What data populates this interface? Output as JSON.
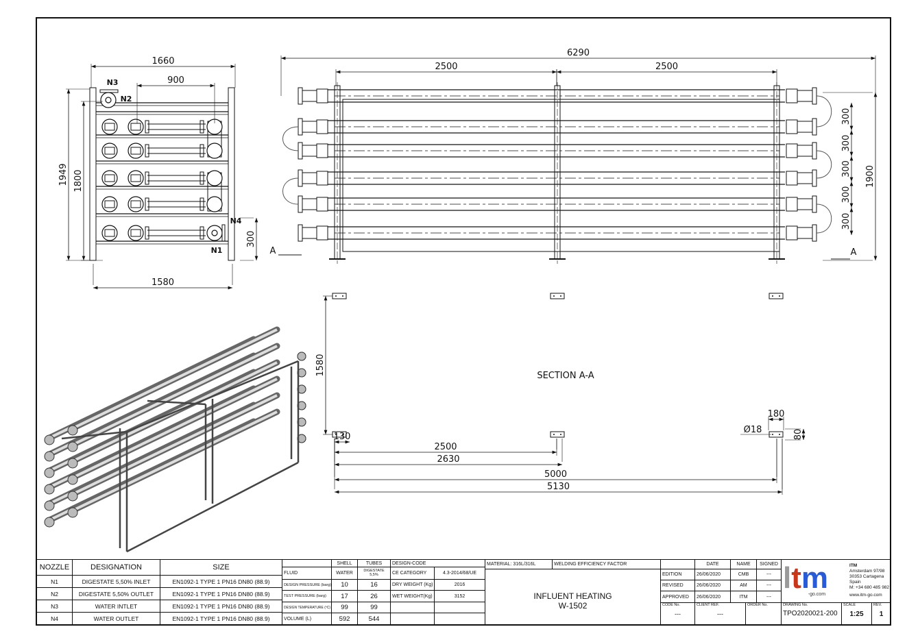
{
  "front_view": {
    "dims": {
      "overall_width": "1660",
      "nozzle_spacing": "900",
      "overall_height": "1949",
      "frame_height": "1800",
      "nozzle_elevation": "300",
      "leg_spacing": "1580"
    },
    "nozzle_labels": {
      "n1": "N1",
      "n2": "N2",
      "n3": "N3",
      "n4": "N4"
    }
  },
  "side_view": {
    "dims": {
      "overall_length": "6290",
      "span_1": "2500",
      "span_2": "2500",
      "height": "1900",
      "pitch": [
        "300",
        "300",
        "300",
        "300",
        "300"
      ]
    },
    "section_marks": [
      "A",
      "A"
    ]
  },
  "section_view": {
    "title": "SECTION A-A",
    "dims": {
      "width": "1580",
      "edge": "130",
      "span": "2500",
      "span_total": "2630",
      "length": "5000",
      "length_total": "5130",
      "plate_width": "180",
      "hole": "Ø18",
      "plate_depth": "80"
    }
  },
  "nozzle_table": {
    "headers": [
      "NOZZLE",
      "DESIGNATION",
      "SIZE"
    ],
    "rows": [
      [
        "N1",
        "DIGESTATE 5,50% INLET",
        "EN1092-1 TYPE 1 PN16 DN80 (88.9)"
      ],
      [
        "N2",
        "DIGESTATE 5,50% OUTLET",
        "EN1092-1 TYPE 1 PN16 DN80 (88.9)"
      ],
      [
        "N3",
        "WATER INTLET",
        "EN1092-1 TYPE 1 PN16 DN80 (88.9)"
      ],
      [
        "N4",
        "WATER OUTLET",
        "EN1092-1 TYPE 1 PN16 DN80 (88.9)"
      ]
    ]
  },
  "design_table": {
    "headers": [
      "",
      "SHELL",
      "TUBES",
      "DESIGN-CODE"
    ],
    "rows": [
      [
        "FLUID",
        "WATER",
        "DIGESTATE 5,5%",
        "CE CATEGORY",
        "4.3-2014/68/UE"
      ],
      [
        "DESIGN PRESSURE (barg)",
        "10",
        "16",
        "DRY WEIGHT (Kg)",
        "2016"
      ],
      [
        "TEST PRESSURE (barg)",
        "17",
        "26",
        "WET WEIGHT(Kg)",
        "3152"
      ],
      [
        "DESIGN TEMPERATURE (ºC)",
        "99",
        "99",
        "",
        ""
      ],
      [
        "VOLUME (L)",
        "592",
        "544",
        "",
        ""
      ]
    ]
  },
  "title_block": {
    "material": "MATERIAL: 316L/316L",
    "welding": "WELDING EFFICIENCY FACTOR",
    "title_line1": "INFLUENT HEATING",
    "title_line2": "W-1502",
    "sign_headers": [
      "DATE",
      "NAME",
      "SIGNED"
    ],
    "sign_rows": [
      [
        "EDITION",
        "26/06/2020",
        "CMB",
        "---"
      ],
      [
        "REVISED",
        "26/06/2020",
        "AM",
        "---"
      ],
      [
        "APPROVED",
        "26/06/2020",
        "ITM",
        "---"
      ]
    ],
    "code_label": "CODE No.",
    "code_value": "---",
    "client_label": "CLIENT REF.",
    "client_value": "---",
    "order_label": "ORDER No.",
    "drawing_label": "DRAWING No.",
    "drawing_value": "TPO2020021-200",
    "scale_label": "SCALE",
    "scale_value": "1:25",
    "rev_label": "REV.",
    "rev_value": "1",
    "logo": {
      "l": "l",
      "tm": "tm",
      "sub": "-go.com",
      "colors": {
        "l": "#9a9a9a",
        "t": "#c8361b",
        "m": "#2a5bd6"
      }
    },
    "company": [
      "ITM",
      "Amsterdam 97/98",
      "30353 Cartagena",
      "Spain",
      "M: +34 680 485 982",
      "www.itm-go.com"
    ]
  }
}
